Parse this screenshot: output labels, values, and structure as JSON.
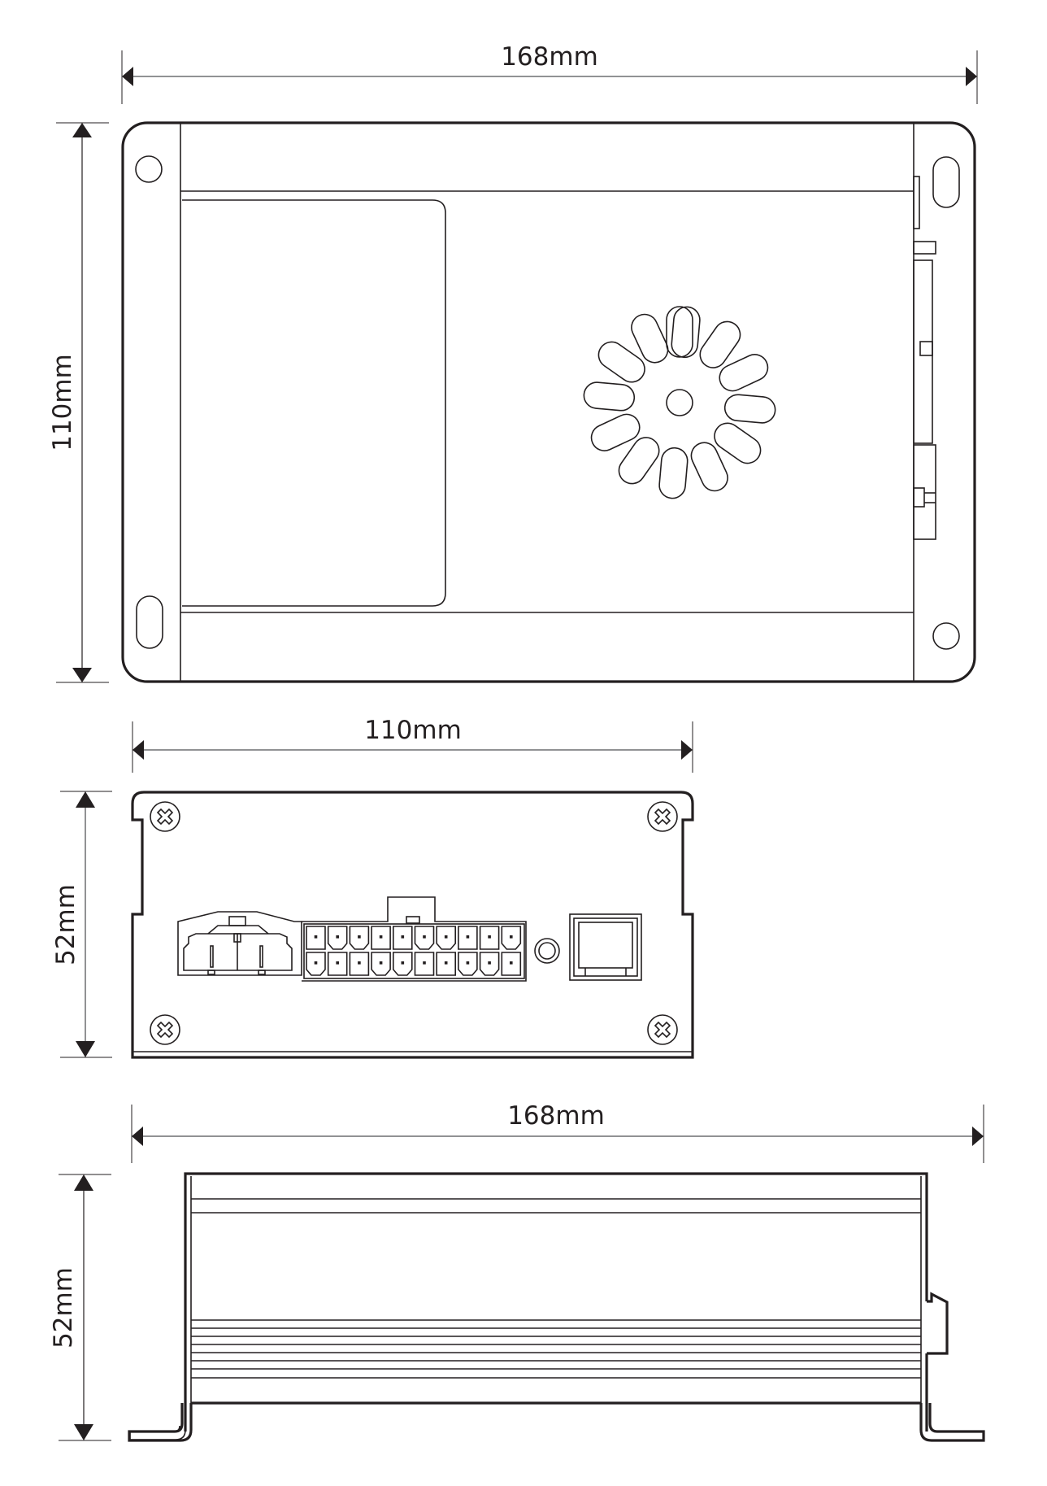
{
  "title": "Device dimension drawing",
  "colors": {
    "line": "#231f20",
    "dimension_line": "#6d6e71",
    "background": "#ffffff"
  },
  "views": {
    "top_view": {
      "width_label": "168mm",
      "height_label": "110mm",
      "features": [
        "mounting-holes",
        "label-area",
        "fan-vent-12-slots",
        "side-connectors"
      ]
    },
    "front_view": {
      "width_label": "110mm",
      "height_label": "52mm",
      "features": [
        "4-screws",
        "power-connector",
        "20-pin-connector",
        "led",
        "optical-port"
      ],
      "pin_header": {
        "top_row": [
          "S",
          "D",
          "D",
          "S",
          "S",
          "D",
          "D",
          "S",
          "S",
          "D"
        ],
        "bottom_row": [
          "D",
          "S",
          "S",
          "D",
          "D",
          "S",
          "S",
          "D",
          "D",
          "S"
        ]
      }
    },
    "side_view": {
      "width_label": "168mm",
      "height_label": "52mm",
      "features": [
        "heatsink-ribs",
        "mounting-feet",
        "side-connector"
      ]
    }
  }
}
